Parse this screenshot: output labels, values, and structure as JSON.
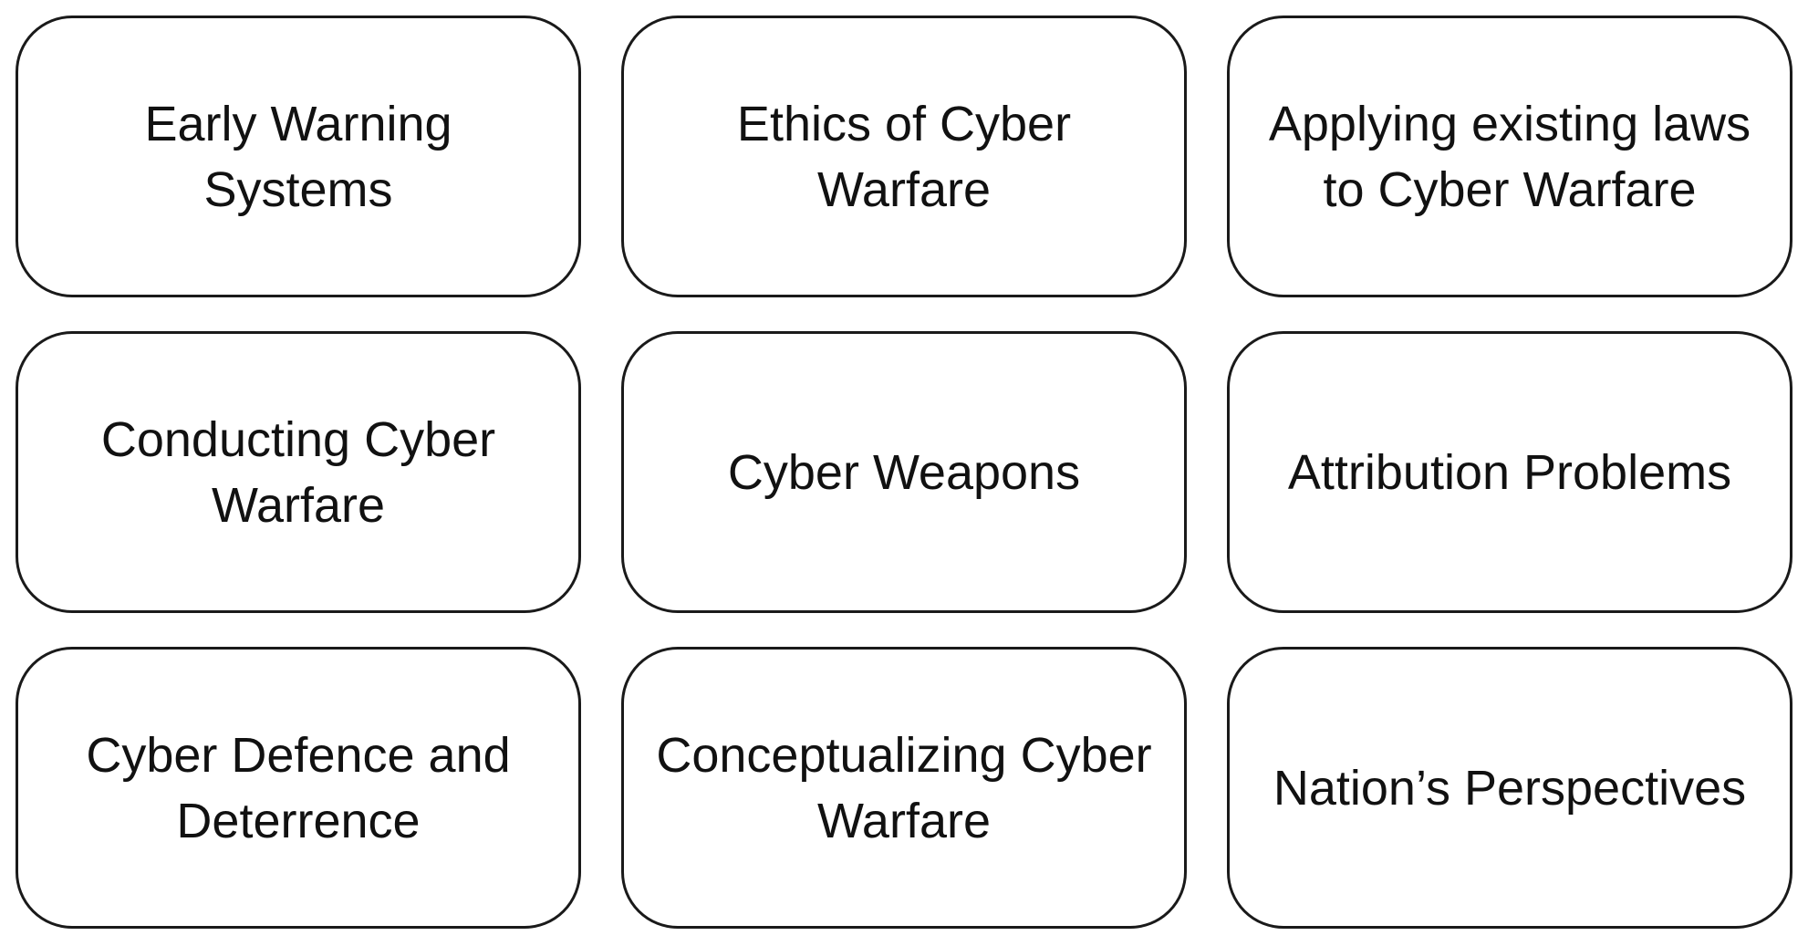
{
  "topics": [
    {
      "label": "Early Warning\nSystems"
    },
    {
      "label": "Ethics of Cyber\nWarfare"
    },
    {
      "label": "Applying existing laws\nto Cyber Warfare"
    },
    {
      "label": "Conducting Cyber\nWarfare"
    },
    {
      "label": "Cyber Weapons"
    },
    {
      "label": "Attribution Problems"
    },
    {
      "label": "Cyber Defence and\nDeterrence"
    },
    {
      "label": "Conceptualizing Cyber\nWarfare"
    },
    {
      "label": "Nation’s Perspectives"
    }
  ],
  "colors": {
    "border": "#1a1a1a",
    "text": "#111111",
    "background": "#ffffff"
  }
}
